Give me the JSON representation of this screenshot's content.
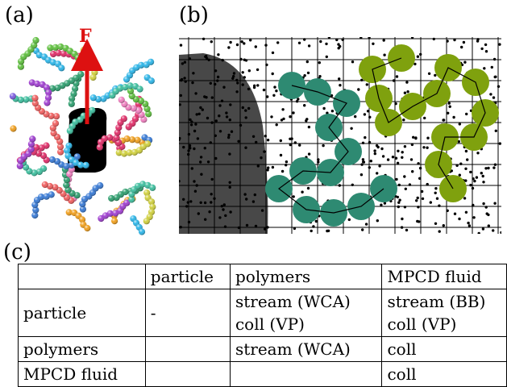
{
  "panels": {
    "a": {
      "label": "(a)",
      "force_label": "F"
    },
    "b": {
      "label": "(b)"
    },
    "c": {
      "label": "(c)"
    }
  },
  "table": {
    "header": [
      "",
      "particle",
      "polymers",
      "MPCD fluid"
    ],
    "rows": [
      {
        "name": "particle",
        "cells": [
          [
            "-"
          ],
          [
            "stream (WCA)",
            "coll (VP)"
          ],
          [
            "stream (BB)",
            "coll (VP)"
          ]
        ]
      },
      {
        "name": "polymers",
        "cells": [
          [
            ""
          ],
          [
            "stream (WCA)"
          ],
          [
            "coll"
          ]
        ]
      },
      {
        "name": "MPCD fluid",
        "cells": [
          [
            ""
          ],
          [
            ""
          ],
          [
            "coll"
          ]
        ]
      }
    ]
  },
  "colors": {
    "force_arrow": "#dd1111",
    "particle": "#000000",
    "particle_b": "#484848",
    "polymer_teal": "#2e8a72",
    "polymer_olive": "#7fa10e",
    "grid": "#000000"
  }
}
